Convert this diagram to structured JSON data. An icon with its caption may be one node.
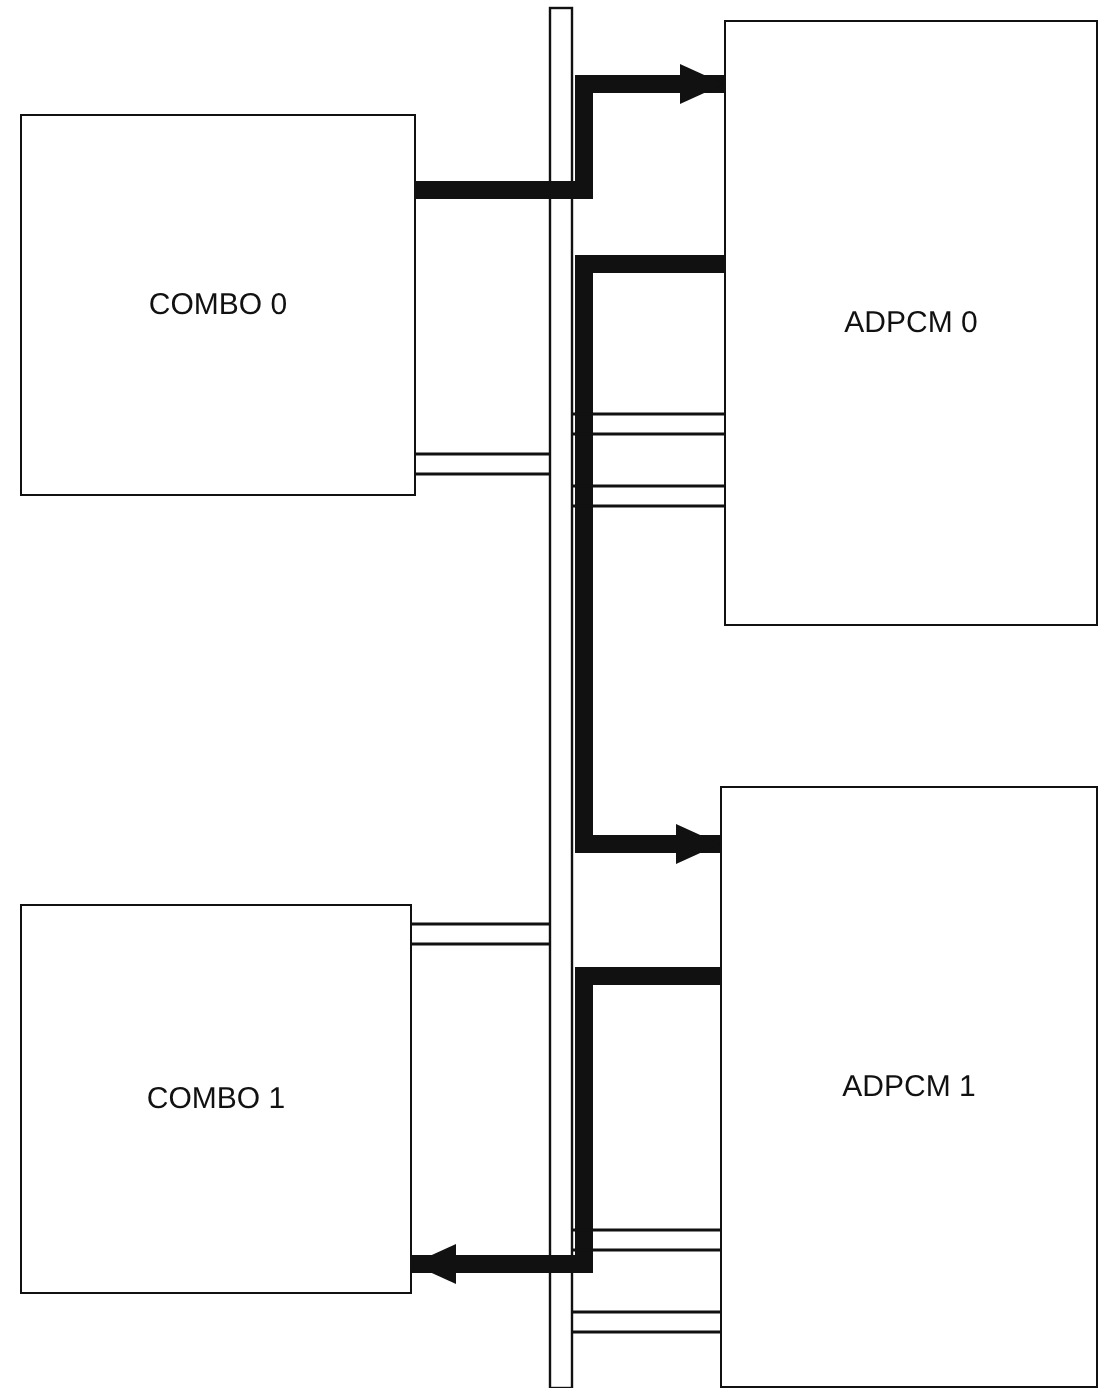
{
  "diagram": {
    "nodes": [
      {
        "text": [
          "COMBO 0"
        ]
      },
      {
        "text": [
          "ADPCM 0"
        ]
      },
      {
        "text": [
          "COMBO 1"
        ]
      },
      {
        "text": [
          "ADPCM 1"
        ]
      },
      {
        "text": [],
        "shape": "bar"
      }
    ],
    "edges": [
      {
        "from": 0,
        "to": 1,
        "arrow": "to",
        "style": "thick"
      },
      {
        "from": 1,
        "to": 3,
        "arrow": "to",
        "style": "thick"
      },
      {
        "from": 3,
        "to": 2,
        "arrow": "to",
        "style": "thick"
      },
      {
        "from": 0,
        "to": 4,
        "arrow": "none"
      },
      {
        "from": 4,
        "to": 1,
        "arrow": "none"
      },
      {
        "from": 4,
        "to": 1,
        "arrow": "none"
      },
      {
        "from": 2,
        "to": 4,
        "arrow": "none"
      },
      {
        "from": 4,
        "to": 3,
        "arrow": "none"
      },
      {
        "from": 4,
        "to": 3,
        "arrow": "none"
      }
    ]
  }
}
